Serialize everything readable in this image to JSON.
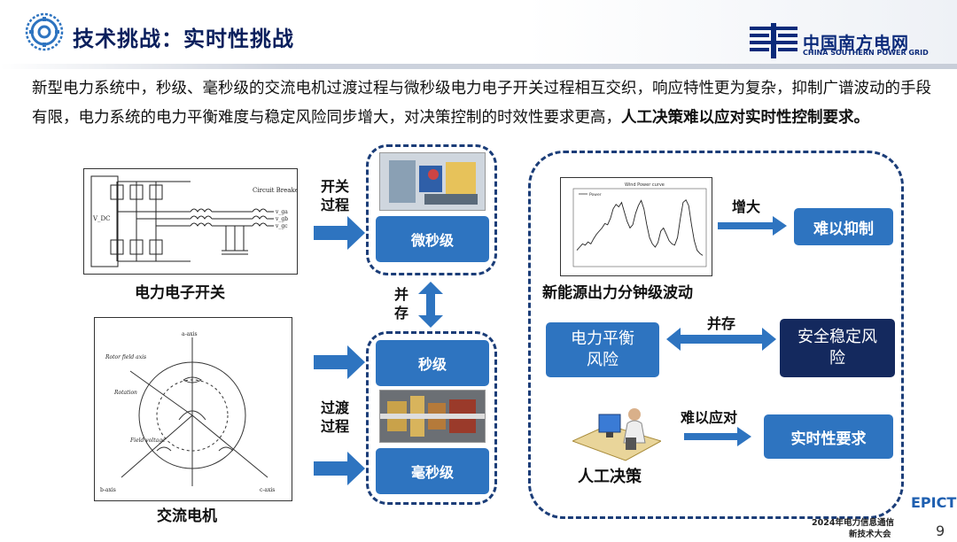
{
  "header": {
    "title": "技术挑战：实时性挑战",
    "logo_cn": "中国南方电网",
    "logo_en": "CHINA SOUTHERN POWER GRID",
    "brand_color": "#0b2a7a"
  },
  "intro": {
    "text": "新型电力系统中，秒级、毫秒级的交流电机过渡过程与微秒级电力电子开关过程相互交织，响应特性更为复杂，抑制广谱波动的手段有限，电力系统的电力平衡难度与稳定风险同步增大，对决策控制的时效性要求更高，",
    "emphasis": "人工决策难以应对实时性控制要求。"
  },
  "left": {
    "power_electronics_label": "电力电子开关",
    "ac_motor_label": "交流电机",
    "circuit_labels": {
      "vdc": "V_DC",
      "breaker": "Circuit Breaker",
      "vga": "v_ga",
      "vgb": "v_gb",
      "vgc": "v_gc"
    },
    "motor_labels": {
      "axis_a": "a-axis",
      "axis_b": "b-axis",
      "axis_c": "c-axis",
      "rotor_axis": "Rotor field axis",
      "rotation": "Rotation",
      "field_voltage": "Field voltage"
    }
  },
  "middle": {
    "switch_process": "开关过程",
    "microsecond": "微秒级",
    "coexist": "并存",
    "second": "秒级",
    "transition_process": "过渡过程",
    "millisecond": "毫秒级"
  },
  "right": {
    "chart_caption": "新能源出力分钟级波动",
    "chart_title": "Wind Power curve",
    "chart_legend": "Power",
    "increase": "增大",
    "hard_to_suppress": "难以抑制",
    "coexist": "并存",
    "power_balance_risk": "电力平衡风险",
    "security_risk": "安全稳定风险",
    "manual_decision": "人工决策",
    "hard_to_cope": "难以应对",
    "realtime_req": "实时性要求"
  },
  "footer": {
    "conf_line1": "2024年电力信息通信",
    "conf_line2": "新技术大会",
    "epict": "EPICT",
    "page": "9"
  },
  "chart_data": {
    "type": "line",
    "title": "Wind Power curve",
    "series": [
      {
        "name": "Power",
        "values": [
          0.2,
          0.25,
          0.3,
          0.28,
          0.33,
          0.3,
          0.38,
          0.45,
          0.5,
          0.55,
          0.62,
          0.6,
          0.7,
          0.85,
          0.92,
          0.88,
          0.95,
          0.8,
          0.65,
          0.55,
          0.6,
          0.78,
          0.9,
          0.98,
          0.85,
          0.6,
          0.4,
          0.3,
          0.25,
          0.32,
          0.5,
          0.55,
          0.45,
          0.35,
          0.3,
          0.28,
          0.4,
          0.7,
          0.95,
          0.99,
          0.9,
          0.6,
          0.35,
          0.2,
          0.15,
          0.12
        ]
      }
    ],
    "ylim": [
      0,
      1
    ]
  }
}
